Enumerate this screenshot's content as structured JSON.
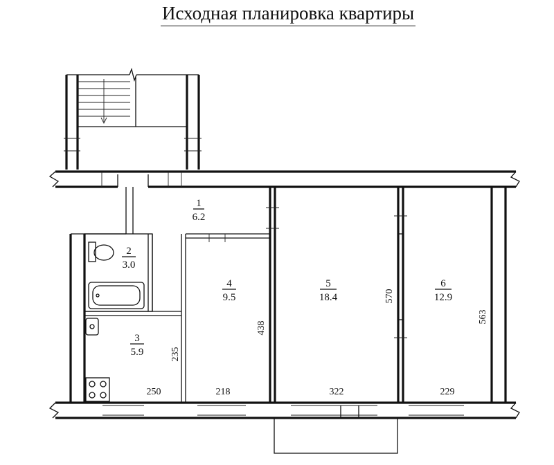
{
  "title": "Исходная планировка квартиры",
  "rooms": [
    {
      "number": "1",
      "area": "6.2"
    },
    {
      "number": "2",
      "area": "3.0"
    },
    {
      "number": "3",
      "area": "5.9"
    },
    {
      "number": "4",
      "area": "9.5"
    },
    {
      "number": "5",
      "area": "18.4"
    },
    {
      "number": "6",
      "area": "12.9"
    }
  ],
  "dimensions": {
    "room3_width": "250",
    "room3_depth": "235",
    "room4_width": "218",
    "room4_depth": "438",
    "room5_width": "322",
    "room5_depth": "570",
    "room6_width": "229",
    "room6_depth": "563"
  }
}
